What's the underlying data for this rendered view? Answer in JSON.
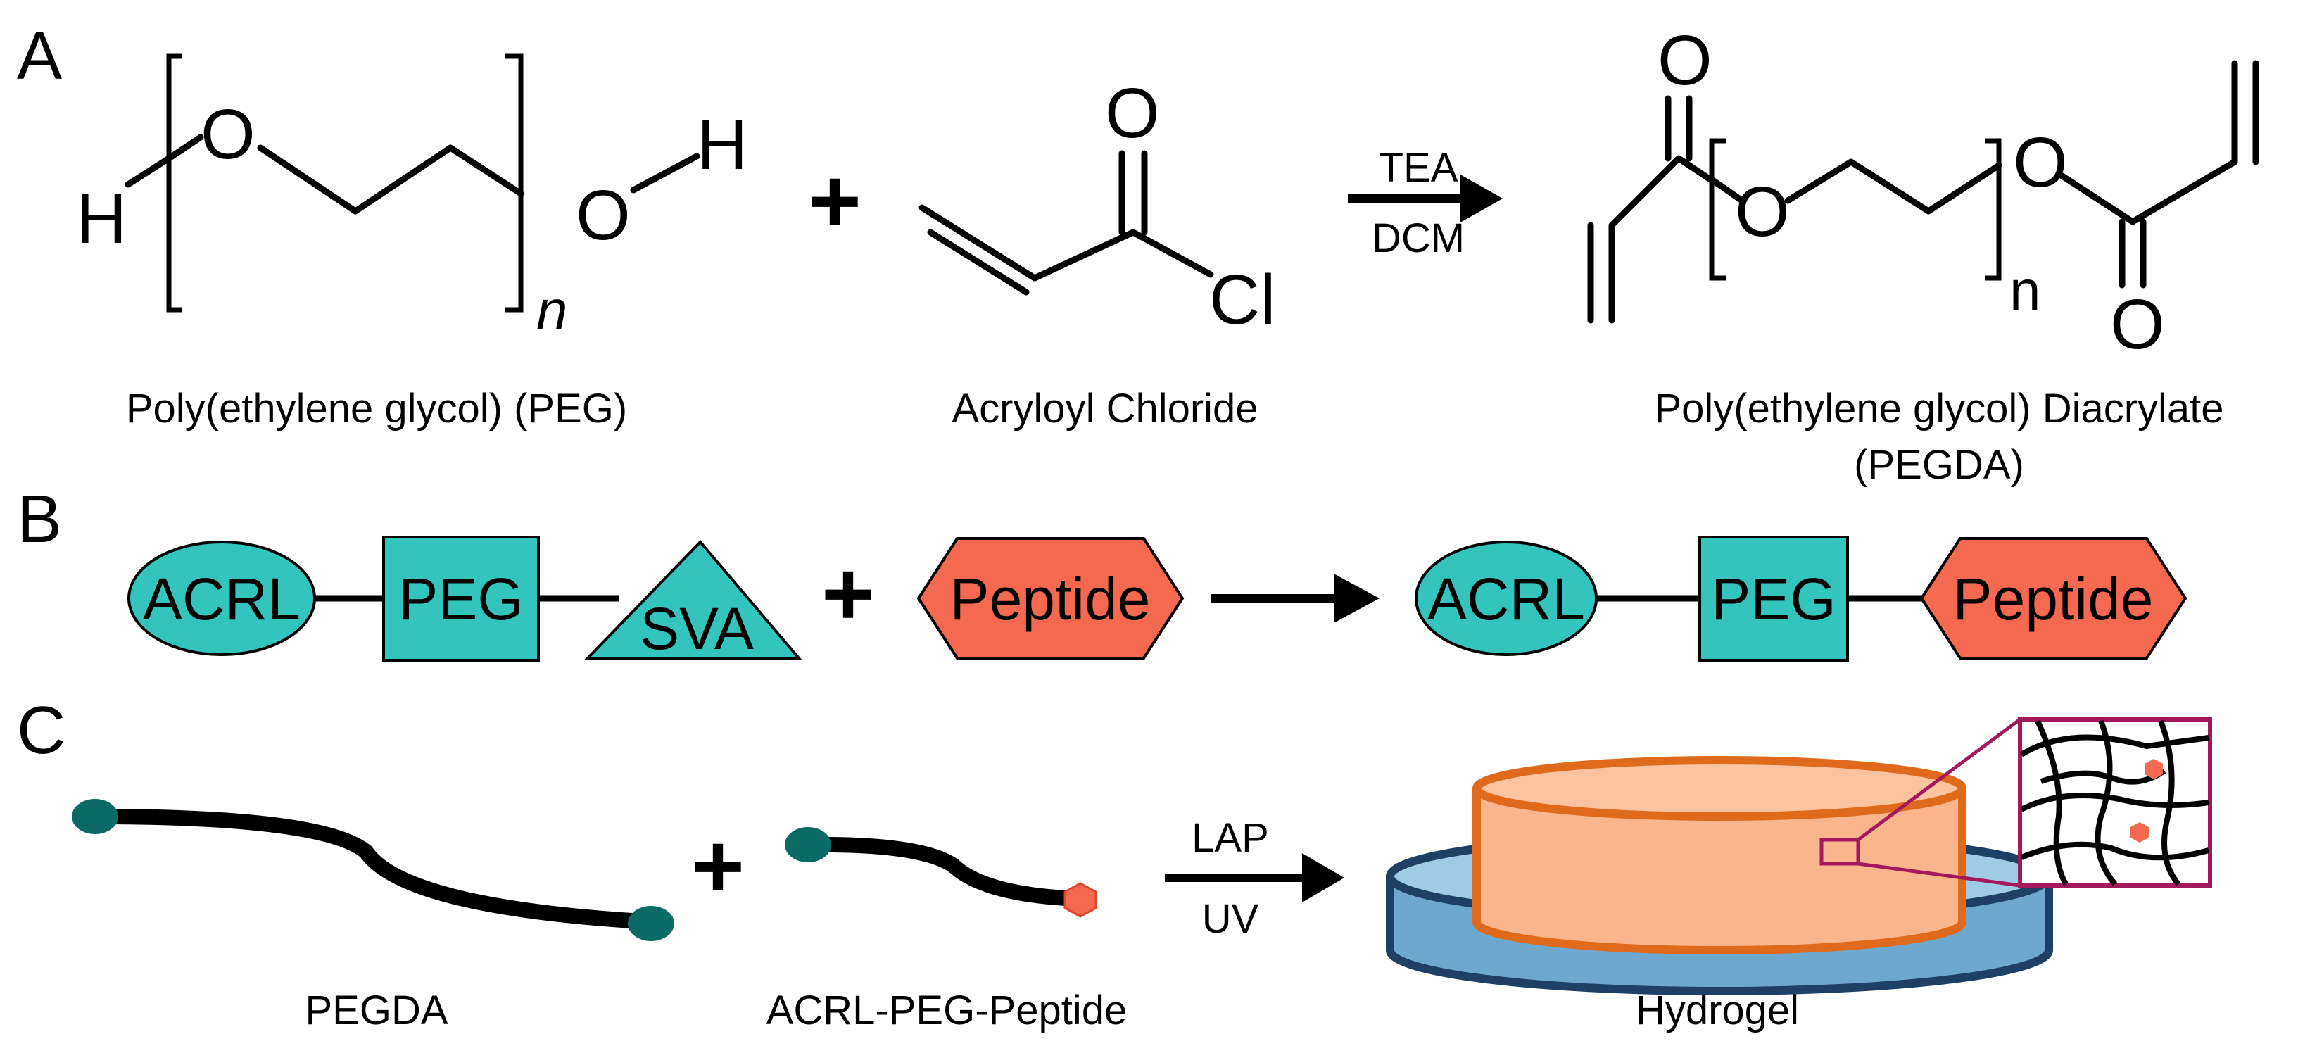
{
  "panels": {
    "a": "A",
    "b": "B",
    "c": "C"
  },
  "panel_a": {
    "peg": {
      "h_left": "H",
      "o_left": "O",
      "o_right": "O",
      "h_right": "H",
      "n": "n",
      "caption": "Poly(ethylene glycol) (PEG)"
    },
    "plus": "+",
    "acryloyl": {
      "o": "O",
      "cl": "Cl",
      "caption": "Acryloyl Chloride"
    },
    "conditions": {
      "top": "TEA",
      "bottom": "DCM"
    },
    "pegda": {
      "o_top": "O",
      "o_chain": "O",
      "n": "n",
      "o_right": "O",
      "o_bottom": "O",
      "caption_line1": "Poly(ethylene glycol) Diacrylate",
      "caption_line2": "(PEGDA)"
    }
  },
  "panel_b": {
    "reactant": {
      "acrl": "ACRL",
      "peg": "PEG",
      "sva": "SVA"
    },
    "plus": "+",
    "peptide": "Peptide",
    "product": {
      "acrl": "ACRL",
      "peg": "PEG",
      "peptide": "Peptide"
    }
  },
  "panel_c": {
    "plus": "+",
    "conditions": {
      "top": "LAP",
      "bottom": "UV"
    },
    "captions": {
      "pegda": "PEGDA",
      "acrl_peg_peptide": "ACRL-PEG-Peptide",
      "hydrogel": "Hydrogel"
    }
  },
  "colors": {
    "teal": "#33c4be",
    "peptide": "#f4694f",
    "chain_cap": "#0b6a63",
    "hydrogel_fill": "#fbb58c",
    "hydrogel_stroke": "#e06a1b",
    "dish_fill": "#6fa8cf",
    "dish_stroke": "#1e3f66",
    "zoom_frame": "#a3195b"
  }
}
